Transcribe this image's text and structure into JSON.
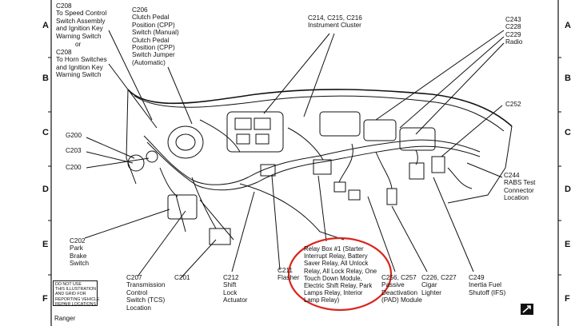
{
  "grid_rows": [
    "A",
    "B",
    "C",
    "D",
    "E",
    "F"
  ],
  "labels": {
    "c208_speed": "C208\nTo Speed Control\nSwitch Assembly\nand Ignition Key\nWarning Switch",
    "or": "or",
    "c208_horn": "C208\nTo Horn Switches\nand Ignition Key\nWarning Switch",
    "c206": "C206\nClutch Pedal\nPosition (CPP)\nSwitch (Manual)\nClutch Pedal\nPosition (CPP)\nSwitch Jumper\n(Automatic)",
    "c214": "C214, C215, C216\nInstrument Cluster",
    "c243": "C243\nC228\nC229\nRadio",
    "c252": "C252",
    "g200": "G200",
    "c203": "C203",
    "c200": "C200",
    "c244": "C244\nRABS Test\nConnector\nLocation",
    "c202": "C202\nPark\nBrake\nSwitch",
    "c207": "C207\nTransmission\nControl\nSwitch (TCS)\nLocation",
    "c201": "C201",
    "c212": "C212\nShift\nLock\nActuator",
    "c211": "C211\nFlasher",
    "relay": "Relay Box #1 (Starter\nInterrupt Relay, Battery\nSaver Relay, All Unlock\nRelay, All Lock Relay, One\nTouch Down Module,\nElectric Shift Relay, Park\nLamps Relay, Interior\nLamp Relay)",
    "c256": "C256, C257\nPassive\nDeactivation\n(PAD) Module",
    "c226": "C226, C227\nCigar\nLighter",
    "c249": "C249\nInertia Fuel\nShutoff (IFS)"
  },
  "disclaimer": "DO NOT USE\nTHIS ILLUSTRATION\nAND GRID FOR\nREPORTING VEHICLE\nREPAIR LOCATIONS",
  "footer_model": "Ranger",
  "colors": {
    "ink": "#111111",
    "highlight_circle": "#d9261c",
    "background": "#ffffff"
  }
}
